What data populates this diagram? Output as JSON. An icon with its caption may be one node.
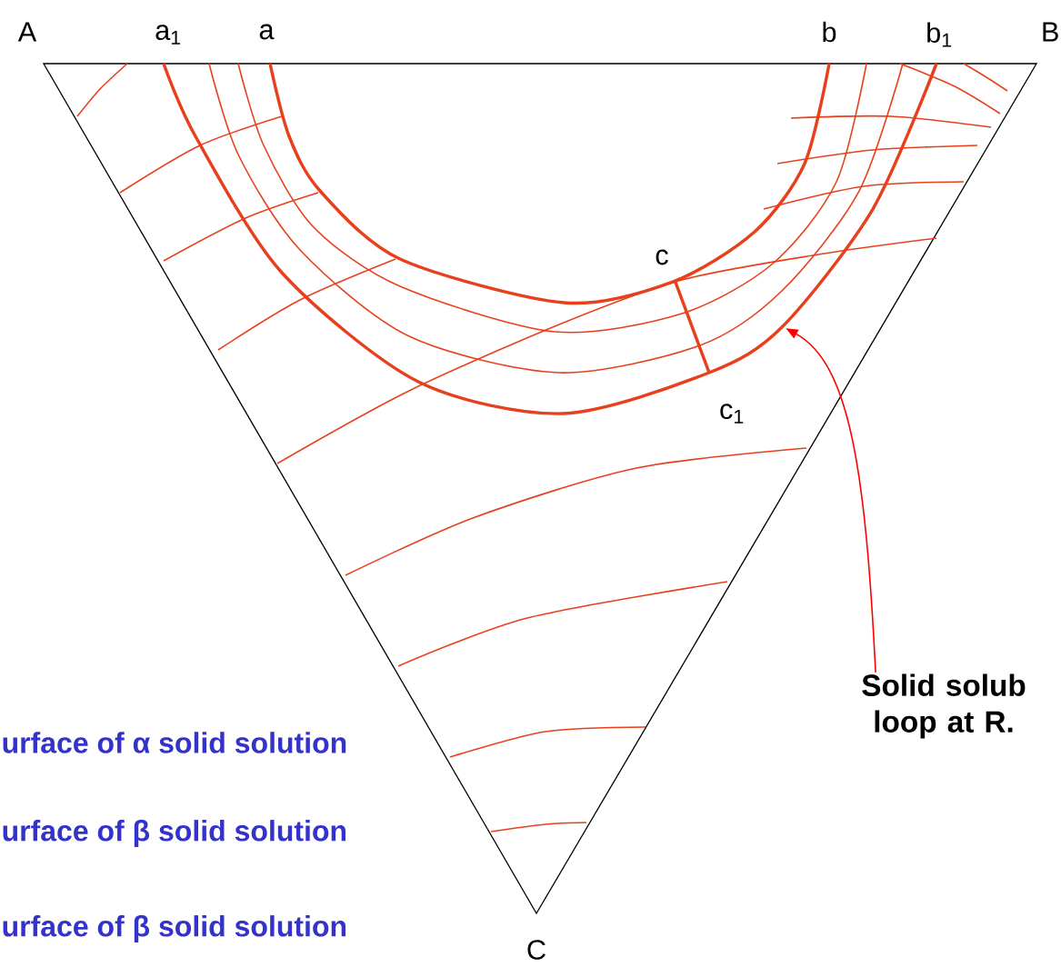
{
  "diagram": {
    "nodes": [
      {
        "text": [
          "Solid solub loop at R."
        ]
      },
      {
        "text": [],
        "shape": "arc"
      }
    ],
    "edges": [
      {
        "from": 0,
        "to": 1,
        "arrow": "to"
      }
    ],
    "labels": [
      "A",
      "a$_{1}$",
      "a",
      "b",
      "b$_{1}$",
      "B",
      "c",
      "c$_{1}$",
      "urface of α solid solution",
      "urface of β solid solution",
      "urface of β solid solution",
      "C"
    ]
  }
}
